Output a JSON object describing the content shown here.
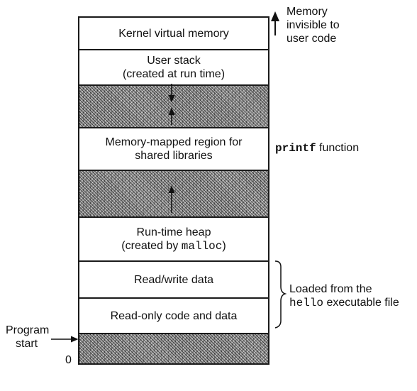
{
  "segments": {
    "kernel": "Kernel virtual memory",
    "user_stack_line1": "User stack",
    "user_stack_line2": "(created at run time)",
    "mmap_line1": "Memory-mapped region for",
    "mmap_line2": "shared libraries",
    "heap_line1": "Run-time heap",
    "heap_line2_prefix": "(created by ",
    "heap_line2_code": "malloc",
    "heap_line2_suffix": ")",
    "rw_data": "Read/write data",
    "ro_code": "Read-only code and data"
  },
  "annotations": {
    "memory_invisible": [
      "Memory",
      "invisible to",
      "user code"
    ],
    "printf_code": "printf",
    "printf_suffix": " function",
    "loaded_line1": "Loaded from the",
    "loaded_line2_code": "hello",
    "loaded_line2_suffix": " executable file",
    "program_start": [
      "Program",
      "start"
    ],
    "zero_label": "0"
  }
}
